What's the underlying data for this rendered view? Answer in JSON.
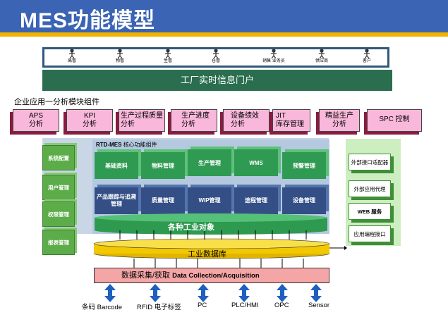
{
  "header": {
    "title": "MES功能模型"
  },
  "roles": [
    {
      "label": "高管"
    },
    {
      "label": "物管"
    },
    {
      "label": "生管"
    },
    {
      "label": "仓管"
    },
    {
      "label": "销售    业务员"
    },
    {
      "label": "供应商"
    },
    {
      "label": "客户"
    }
  ],
  "portal": {
    "label": "工厂实时信息门户"
  },
  "enterprise": {
    "label": "企业应用一分析模块组件",
    "modules": [
      {
        "line1": "APS",
        "line2": "分析"
      },
      {
        "line1": "KPI",
        "line2": "分析"
      },
      {
        "line1": "生产过程质量",
        "line2": "分析"
      },
      {
        "line1": "生产进度",
        "line2": "分析"
      },
      {
        "line1": "设备绩效",
        "line2": "分析"
      },
      {
        "line1": "JIT",
        "line2": "库存管理"
      },
      {
        "line1": "精益生产",
        "line2": "分析"
      },
      {
        "line1": "SPC 控制",
        "line2": ""
      }
    ]
  },
  "core": {
    "brand": "RTD-MES",
    "subtitle": "核心功能组件",
    "left_items": [
      {
        "label": "系统配置"
      },
      {
        "label": "用户管理"
      },
      {
        "label": "权限管理"
      },
      {
        "label": "报表管理"
      }
    ],
    "top_row": [
      {
        "label": "基础资料"
      },
      {
        "label": "物料管理"
      },
      {
        "label": "生产管理"
      },
      {
        "label": "WMS"
      },
      {
        "label": "预警管理"
      }
    ],
    "bottom_row": [
      {
        "label": "产品跟踪与追溯管理"
      },
      {
        "label": "质量管理"
      },
      {
        "label": "WIP管理"
      },
      {
        "label": "途程管理"
      },
      {
        "label": "设备管理"
      }
    ],
    "objects_label": "各种工业对象",
    "database_label": "工业数据库"
  },
  "right_panel": {
    "items": [
      {
        "label": "外部接口适配器"
      },
      {
        "label": "外部应用代理"
      },
      {
        "label": "WEB 服务"
      },
      {
        "label": "应用编程接口"
      }
    ]
  },
  "acquisition": {
    "label_cn": "数据采集/获取",
    "label_en": "Data Collection/Acquisition"
  },
  "sources": [
    {
      "label": "条码 Barcode"
    },
    {
      "label": "RFID 电子标签"
    },
    {
      "label": "PC"
    },
    {
      "label": "PLC/HMI"
    },
    {
      "label": "OPC"
    },
    {
      "label": "Sensor"
    }
  ],
  "colors": {
    "header": "#3c64b4",
    "header_stripe": "#f0b400",
    "portal": "#2a6e4f",
    "module_pink": "#f9b8db",
    "green_cube": "#2f9a52",
    "blue_cube": "#344f86",
    "database_yellow": "#f7d000",
    "arrow_blue": "#1f5fc0"
  }
}
